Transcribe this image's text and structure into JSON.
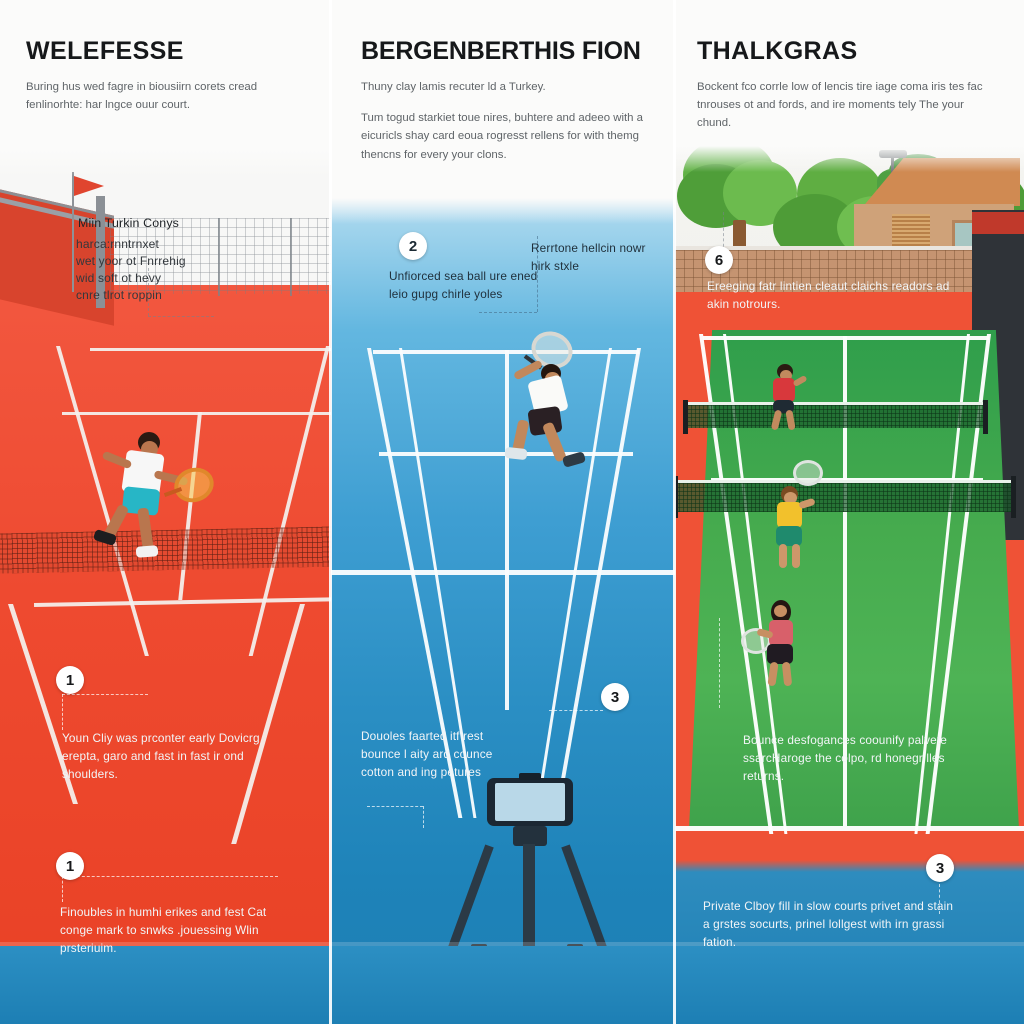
{
  "poster": {
    "columns": [
      {
        "id": "clay",
        "title": "WELEFESSE",
        "intro": [
          "Buring hus wed fagre in biousiirn corets cread fenlinorhte: har lngce ouur court."
        ],
        "surface_label": "Miin Turkin Conys",
        "overlay_note": "harca:rnntrnxet\nwet yoor ot Fnrrehig\nwid soft ot hevy\ncnre tlrot roppin",
        "markers": [
          {
            "number": "1",
            "text": "Youn Cliy was prconter early Dovicrg erepta, garo and fast in fast ir ond shoulders."
          },
          {
            "number": "1",
            "text": "Finoubles in humhi erikes and fest Cat conge mark to snwks .jouessing Wlin prsteriuim."
          }
        ],
        "surface_color": "#ee4a30"
      },
      {
        "id": "hard",
        "title": "BERGENBERTHIS FION",
        "intro": [
          "Thuny clay lamis recuter ld a Turkey.",
          "Tum togud starkiet toue nires, buhtere and adeeo with a eicuricls shay card eoua rogresst rellens for with themg thencns for every your clons."
        ],
        "markers": [
          {
            "number": "2",
            "text": "Unfiorced sea ball ure ened leio gupg chirle yoles"
          },
          {
            "number": "",
            "text": "Rerrtone hellcin nowr hirk stxle"
          },
          {
            "number": "3",
            "text": "Douoles faarted itf rest bounce l aity ard counce cotton and ing petures"
          }
        ],
        "surface_color": "#3e9ed2"
      },
      {
        "id": "grass",
        "title": "THALKGRAS",
        "intro": [
          "Bockent fco corrle low of lencis tire iage coma iris tes fac tnrouses ot and fords, and ire moments tely The your chund."
        ],
        "markers": [
          {
            "number": "6",
            "text": "Ereeging fatr lintien cleaut claichs readors ad akin notrours."
          },
          {
            "number": "",
            "text": "Bounce desfogances coounify palvete ssarcHaroge the colpo, rd honegr lles returns."
          },
          {
            "number": "3",
            "text": "Private Clboy fill in slow courts privet and stain a grstes socurts, prinel lollgest with irn grassi fation."
          }
        ],
        "surface_color": "#46ab4e"
      }
    ],
    "colors": {
      "clay": "#ee4a30",
      "hard_blue": "#3e9ed2",
      "grass_green": "#46ab4e",
      "band_blue": "#1d7fb4",
      "paper": "#fbfbfa",
      "title": "#16181a",
      "body_text": "#5f6468"
    }
  }
}
